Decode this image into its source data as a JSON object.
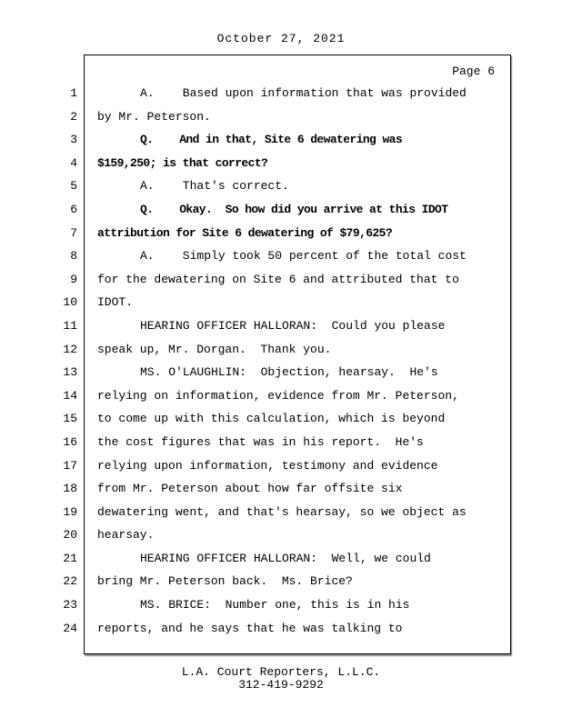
{
  "header": {
    "date": "October 27, 2021"
  },
  "page": {
    "page_label": "Page 6",
    "lines": [
      {
        "n": 1,
        "indent": true,
        "bold": false,
        "text": "A.    Based upon information that was provided"
      },
      {
        "n": 2,
        "indent": false,
        "bold": false,
        "text": "by Mr. Peterson."
      },
      {
        "n": 3,
        "indent": true,
        "bold": true,
        "text": "Q.    And in that, Site 6 dewatering was"
      },
      {
        "n": 4,
        "indent": false,
        "bold": true,
        "text": "$159,250; is that correct?"
      },
      {
        "n": 5,
        "indent": true,
        "bold": false,
        "text": "A.    That's correct."
      },
      {
        "n": 6,
        "indent": true,
        "bold": true,
        "text": "Q.    Okay.  So how did you arrive at this IDOT"
      },
      {
        "n": 7,
        "indent": false,
        "bold": true,
        "text": "attribution for Site 6 dewatering of $79,625?"
      },
      {
        "n": 8,
        "indent": true,
        "bold": false,
        "text": "A.    Simply took 50 percent of the total cost"
      },
      {
        "n": 9,
        "indent": false,
        "bold": false,
        "text": "for the dewatering on Site 6 and attributed that to"
      },
      {
        "n": 10,
        "indent": false,
        "bold": false,
        "text": "IDOT."
      },
      {
        "n": 11,
        "indent": true,
        "bold": false,
        "text": "HEARING OFFICER HALLORAN:  Could you please"
      },
      {
        "n": 12,
        "indent": false,
        "bold": false,
        "text": "speak up, Mr. Dorgan.  Thank you."
      },
      {
        "n": 13,
        "indent": true,
        "bold": false,
        "text": "MS. O'LAUGHLIN:  Objection, hearsay.  He's"
      },
      {
        "n": 14,
        "indent": false,
        "bold": false,
        "text": "relying on information, evidence from Mr. Peterson,"
      },
      {
        "n": 15,
        "indent": false,
        "bold": false,
        "text": "to come up with this calculation, which is beyond"
      },
      {
        "n": 16,
        "indent": false,
        "bold": false,
        "text": "the cost figures that was in his report.  He's"
      },
      {
        "n": 17,
        "indent": false,
        "bold": false,
        "text": "relying upon information, testimony and evidence"
      },
      {
        "n": 18,
        "indent": false,
        "bold": false,
        "text": "from Mr. Peterson about how far offsite six"
      },
      {
        "n": 19,
        "indent": false,
        "bold": false,
        "text": "dewatering went, and that's hearsay, so we object as"
      },
      {
        "n": 20,
        "indent": false,
        "bold": false,
        "text": "hearsay."
      },
      {
        "n": 21,
        "indent": true,
        "bold": false,
        "text": "HEARING OFFICER HALLORAN:  Well, we could"
      },
      {
        "n": 22,
        "indent": false,
        "bold": false,
        "text": "bring Mr. Peterson back.  Ms. Brice?"
      },
      {
        "n": 23,
        "indent": true,
        "bold": false,
        "text": "MS. BRICE:  Number one, this is in his"
      },
      {
        "n": 24,
        "indent": false,
        "bold": false,
        "text": "reports, and he says that he was talking to"
      }
    ]
  },
  "footer": {
    "company": "L.A. Court Reporters, L.L.C.",
    "phone": "312-419-9292"
  }
}
